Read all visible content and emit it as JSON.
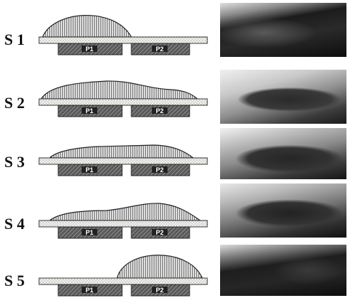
{
  "figure": {
    "colors": {
      "hatch": "#333333",
      "plate_fill": "#f2f2ee",
      "pad_fill": "#4a4a4a",
      "photo_dark": "#1b1b1b",
      "photo_light": "#d8d8d8"
    },
    "rows": [
      {
        "label": "S 1",
        "pad1": "P1",
        "pad2": "P2",
        "deposit_over": "P1"
      },
      {
        "label": "S 2",
        "pad1": "P1",
        "pad2": "P2",
        "deposit_over": "P1 and P2"
      },
      {
        "label": "S 3",
        "pad1": "P1",
        "pad2": "P2",
        "deposit_over": "P1 and P2"
      },
      {
        "label": "S 4",
        "pad1": "P1",
        "pad2": "P2",
        "deposit_over": "P1 and P2"
      },
      {
        "label": "S 5",
        "pad1": "P1",
        "pad2": "P2",
        "deposit_over": "P2"
      }
    ]
  }
}
